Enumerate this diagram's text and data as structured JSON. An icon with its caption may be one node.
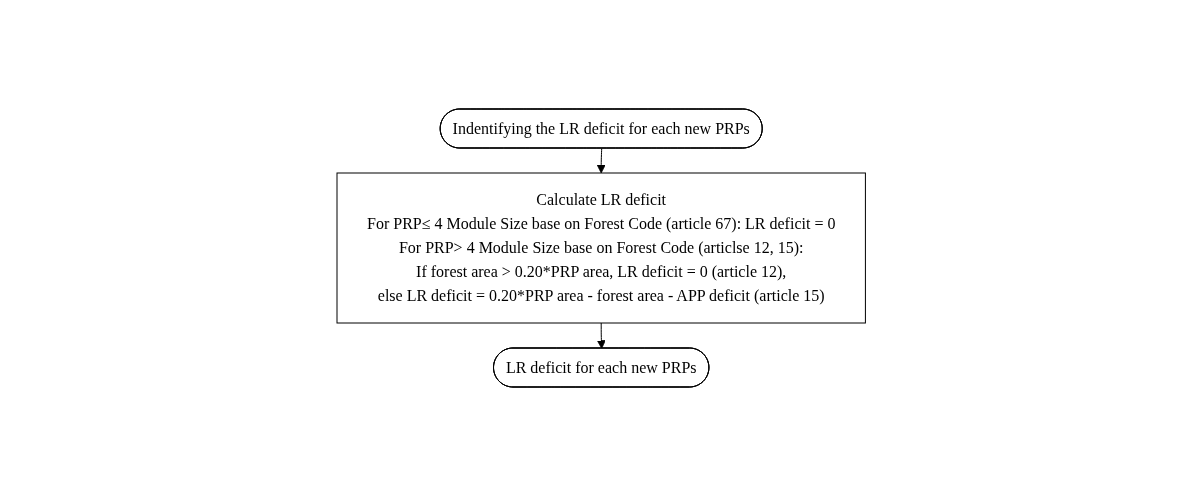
{
  "diagram": {
    "nodes": [
      {
        "text": [
          "Indentifying the LR deficit for each new PRPs"
        ]
      },
      {
        "text": [
          "Calculate LR deficit",
          "For PRP≤ 4 Module Size base on Forest Code (article 67): LR deficit = 0",
          "For PRP> 4 Module Size base on Forest Code (articlse 12, 15):",
          "If forest area > 0.20*PRP area, LR deficit = 0 (article 12),",
          "else LR deficit = 0.20*PRP area - forest area - APP deficit (article 15)"
        ]
      },
      {
        "text": [
          "LR deficit for each new PRPs"
        ]
      }
    ],
    "edges": [
      {
        "from": 0,
        "to": 1,
        "arrow": "to"
      },
      {
        "from": 1,
        "to": 2,
        "arrow": "to"
      }
    ]
  }
}
